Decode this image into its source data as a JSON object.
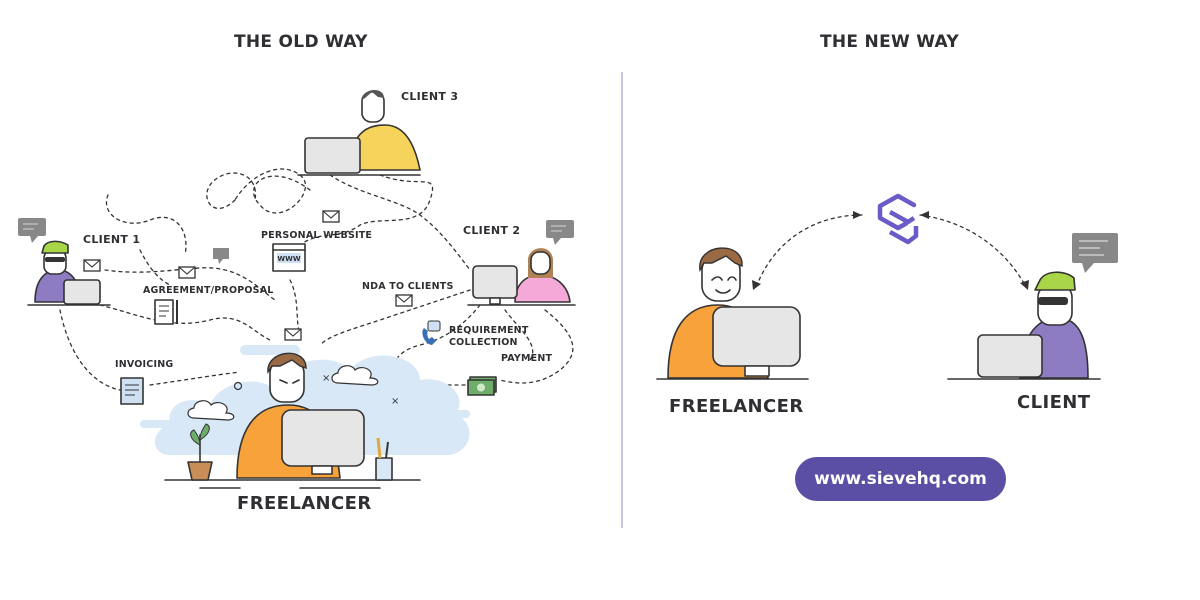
{
  "old_way": {
    "title": "THE OLD WAY",
    "clients": [
      "CLIENT 1",
      "CLIENT 2",
      "CLIENT 3"
    ],
    "tasks": {
      "personal_website": "PERSONAL WEBSITE",
      "agreement": "AGREEMENT/PROPOSAL",
      "nda": "NDA TO CLIENTS",
      "requirement_line1": "REQUIREMENT",
      "requirement_line2": "COLLECTION",
      "payment": "PAYMENT",
      "invoicing": "INVOICING"
    },
    "website_badge": "WWW",
    "freelancer_label": "FREELANCER"
  },
  "new_way": {
    "title": "THE NEW WAY",
    "freelancer_label": "FREELANCER",
    "client_label": "CLIENT",
    "url": "www.sievehq.com"
  },
  "colors": {
    "text": "#2f2f33",
    "accent_purple": "#5b4fa5",
    "orange": "#f7a23a",
    "yellow": "#f6d35a",
    "pink": "#f4a9d8",
    "lime": "#a8d648",
    "cloud_blue": "#d8e8f7",
    "divider": "#b9b4d6"
  }
}
